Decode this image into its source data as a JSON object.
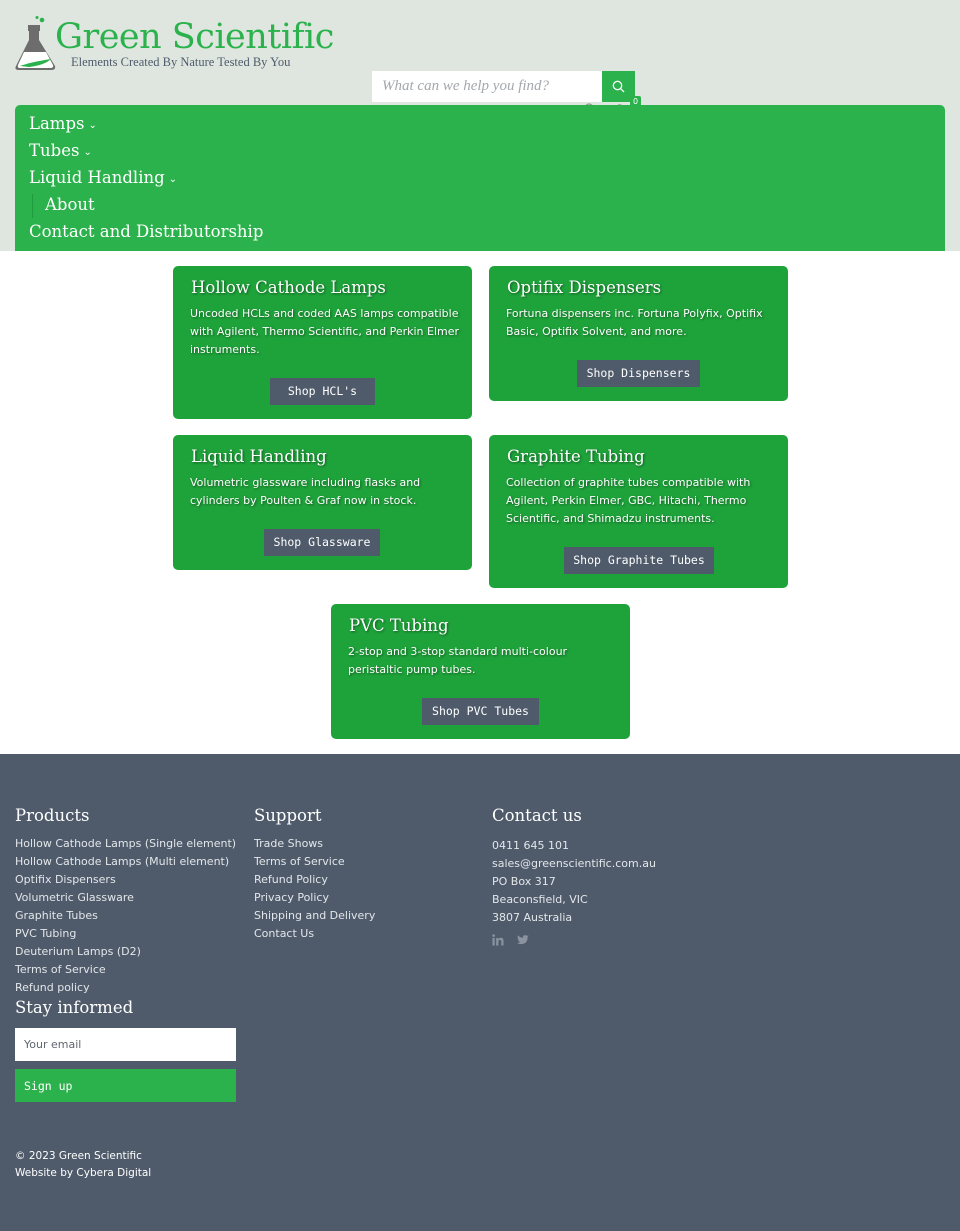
{
  "header": {
    "brand": "Green Scientific",
    "tagline": "Elements Created By Nature Tested By You",
    "search_placeholder": "What can we help you find?",
    "cart_count": "0",
    "icons": {
      "search": "search-icon",
      "account": "user-icon",
      "cart": "cart-icon"
    }
  },
  "nav": {
    "items": [
      {
        "label": "Lamps",
        "caret": "⌄"
      },
      {
        "label": "Tubes",
        "caret": "⌄"
      },
      {
        "label": "Liquid Handling",
        "caret": "⌄"
      },
      {
        "label": "About"
      },
      {
        "label": "Contact and Distributorship"
      }
    ]
  },
  "cards": [
    {
      "title": "Hollow Cathode Lamps",
      "desc": "Uncoded HCLs and coded AAS lamps compatible with Agilent, Thermo Scientific, and Perkin Elmer instruments.",
      "button": "Shop HCL's"
    },
    {
      "title": "Optifix Dispensers",
      "desc": "Fortuna dispensers inc. Fortuna Polyfix, Optifix Basic, Optifix Solvent, and more.",
      "button": "Shop Dispensers"
    },
    {
      "title": "Liquid Handling",
      "desc": "Volumetric glassware including flasks and cylinders by Poulten & Graf now in stock.",
      "button": "Shop Glassware"
    },
    {
      "title": "Graphite Tubing",
      "desc": "Collection of graphite tubes compatible with Agilent, Perkin Elmer, GBC, Hitachi, Thermo Scientific, and Shimadzu instruments.",
      "button": "Shop Graphite Tubes"
    },
    {
      "title": "PVC Tubing",
      "desc": "2-stop and 3-stop standard multi-colour peristaltic pump tubes.",
      "button": "Shop PVC Tubes"
    }
  ],
  "footer": {
    "products": {
      "heading": "Products",
      "links": [
        "Hollow Cathode Lamps (Single element)",
        "Hollow Cathode Lamps (Multi element)",
        "Optifix Dispensers",
        "Volumetric Glassware",
        "Graphite Tubes",
        "PVC Tubing",
        "Deuterium Lamps (D2)",
        "Terms of Service",
        "Refund policy"
      ]
    },
    "support": {
      "heading": "Support",
      "links": [
        "Trade Shows",
        "Terms of Service",
        "Refund Policy",
        "Privacy Policy",
        "Shipping and Delivery",
        "Contact Us"
      ]
    },
    "contact": {
      "heading": "Contact us",
      "lines": [
        "0411 645 101",
        "sales@greenscientific.com.au",
        "PO Box 317",
        "Beaconsfield, VIC",
        "3807 Australia"
      ],
      "social": [
        "linkedin-icon",
        "twitter-icon"
      ]
    },
    "newsletter": {
      "heading": "Stay informed",
      "placeholder": "Your email",
      "button": "Sign up"
    },
    "copyright_prefix": "© 2023 ",
    "copyright_brand": "Green Scientific",
    "credit": "Website by Cybera Digital"
  },
  "colors": {
    "brand_green": "#2bb24c",
    "card_green": "#1ea23a",
    "slate": "#4f5b6b",
    "header_bg": "#dee6df"
  }
}
